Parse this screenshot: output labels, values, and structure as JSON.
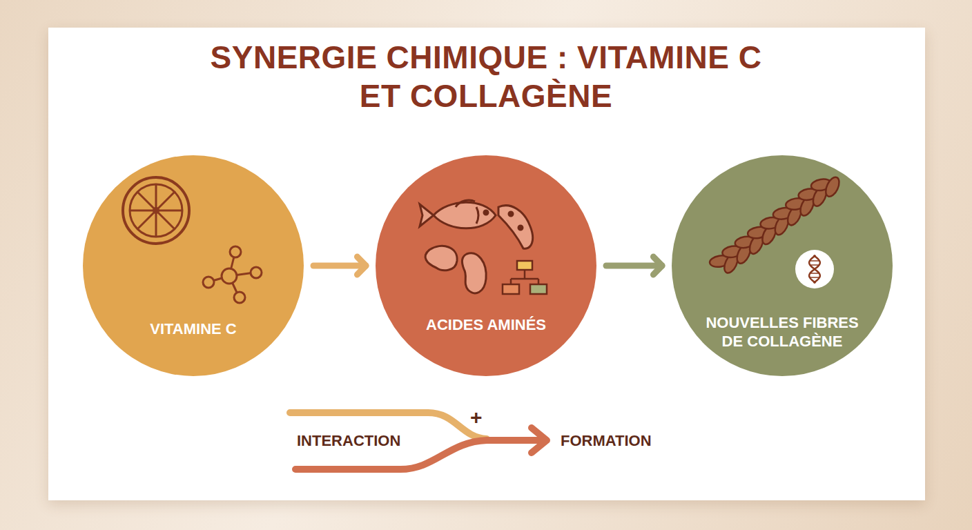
{
  "diagram": {
    "title": "SYNERGIE CHIMIQUE : VITAMINE C ET COLLAGÈNE",
    "nodes": [
      {
        "text": [
          "VITAMINE C"
        ]
      },
      {
        "text": [
          "ACIDES AMINÉS"
        ]
      },
      {
        "text": [
          "NOUVELLES FIBRES DE COLLAGÈNE"
        ]
      }
    ],
    "edges": [
      {
        "from": 0,
        "to": 1,
        "arrow": "to"
      },
      {
        "from": 1,
        "to": 2,
        "arrow": "to"
      }
    ],
    "labels": [
      "INTERACTION",
      "+",
      "FORMATION"
    ]
  }
}
